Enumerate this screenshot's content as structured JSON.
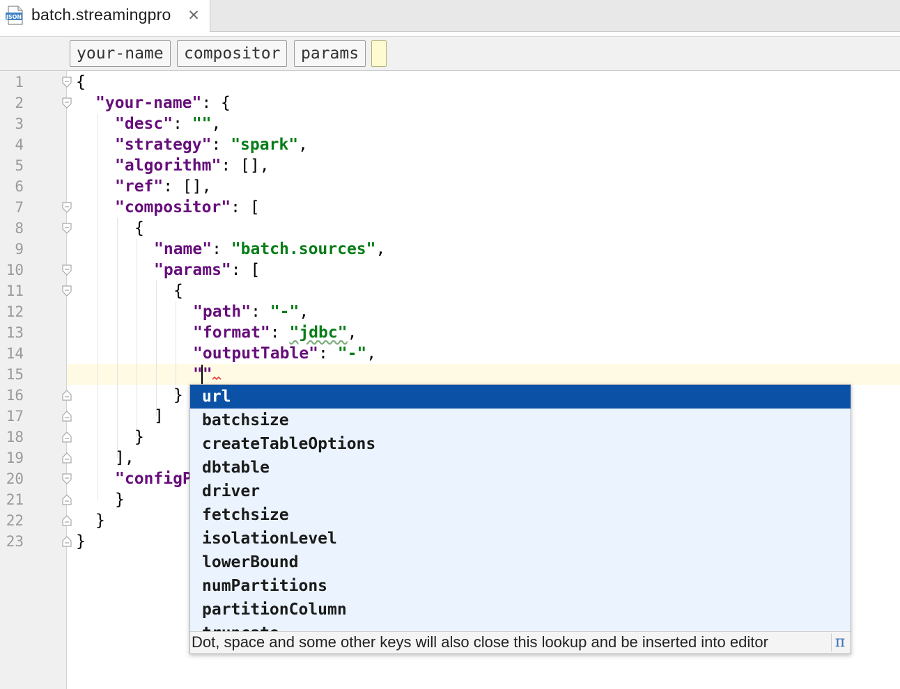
{
  "tab": {
    "title": "batch.streamingpro",
    "icon": "json-file-icon",
    "close_glyph": "✕"
  },
  "breadcrumbs": [
    "your-name",
    "compositor",
    "params"
  ],
  "editor": {
    "line_numbers": [
      "1",
      "2",
      "3",
      "4",
      "5",
      "6",
      "7",
      "8",
      "9",
      "10",
      "11",
      "12",
      "13",
      "14",
      "15",
      "16",
      "17",
      "18",
      "19",
      "20",
      "21",
      "22",
      "23"
    ],
    "current_line": "15",
    "code": {
      "l1": "{",
      "l2_key": "\"your-name\"",
      "l2_rest": ": {",
      "l3_key": "\"desc\"",
      "l3_mid": ": ",
      "l3_val": "\"\"",
      "l3_end": ",",
      "l4_key": "\"strategy\"",
      "l4_mid": ": ",
      "l4_val": "\"spark\"",
      "l4_end": ",",
      "l5_key": "\"algorithm\"",
      "l5_rest": ": [],",
      "l6_key": "\"ref\"",
      "l6_rest": ": [],",
      "l7_key": "\"compositor\"",
      "l7_rest": ": [",
      "l8": "{",
      "l9_key": "\"name\"",
      "l9_mid": ": ",
      "l9_val": "\"batch.sources\"",
      "l9_end": ",",
      "l10_key": "\"params\"",
      "l10_rest": ": [",
      "l11": "{",
      "l12_key": "\"path\"",
      "l12_mid": ": ",
      "l12_val": "\"-\"",
      "l12_end": ",",
      "l13_key": "\"format\"",
      "l13_mid": ": ",
      "l13_val": "\"jdbc\"",
      "l13_end": ",",
      "l14_key": "\"outputTable\"",
      "l14_mid": ": ",
      "l14_val": "\"-\"",
      "l14_end": ",",
      "l15": "\"\"",
      "l16": "}",
      "l17": "]",
      "l18": "}",
      "l19": "],",
      "l20_key": "\"configP",
      "l21": "}",
      "l22": "}",
      "l23": "}"
    }
  },
  "completion": {
    "items": [
      "url",
      "batchsize",
      "createTableOptions",
      "dbtable",
      "driver",
      "fetchsize",
      "isolationLevel",
      "lowerBound",
      "numPartitions",
      "partitionColumn",
      "truncate"
    ],
    "selected_index": 0,
    "footer": "Dot, space and some other keys will also close this lookup and be inserted into editor",
    "pi_glyph": "π"
  },
  "colors": {
    "key": "#660e7a",
    "string": "#067d17",
    "selection": "#0b52a6",
    "popup_bg": "#ebf4fe",
    "current_line": "#fffae3",
    "gutter": "#f0f0f0"
  }
}
